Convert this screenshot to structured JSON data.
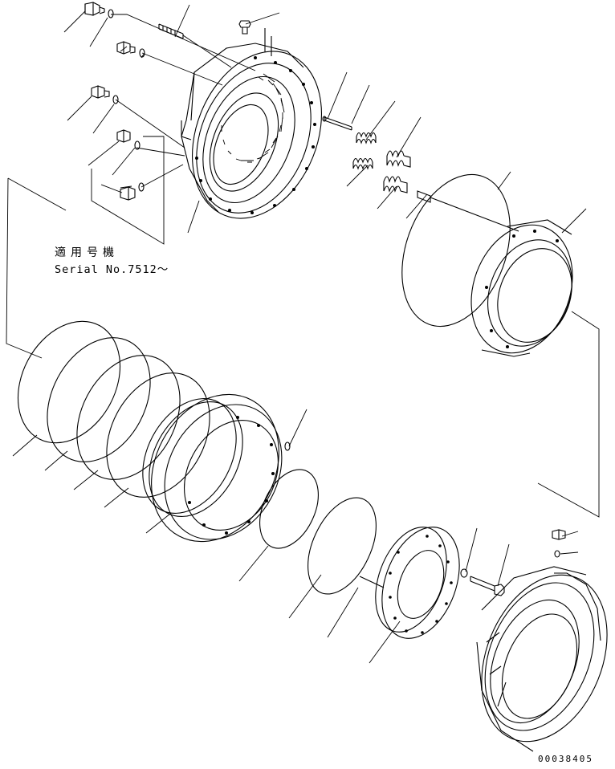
{
  "annotation": {
    "label_line1": "適用号機",
    "label_line2": "Serial No.7512～"
  },
  "document_id": "00038405",
  "colors": {
    "ink": "#000000",
    "paper": "#ffffff"
  }
}
